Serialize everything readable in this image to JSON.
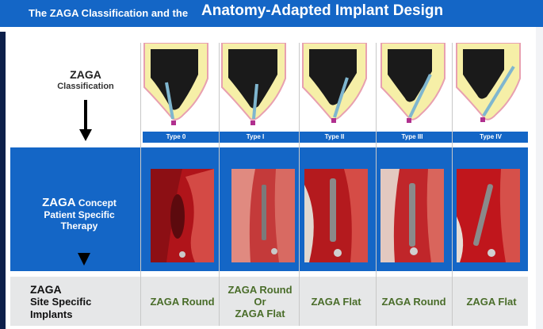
{
  "header": {
    "title_small": "The ZAGA Classification and the",
    "title_large": "Anatomy-Adapted Implant Design"
  },
  "classification": {
    "title": "ZAGA",
    "subtitle": "Classification"
  },
  "types": [
    "Type 0",
    "Type I",
    "Type II",
    "Type III",
    "Type IV"
  ],
  "concept": {
    "title_big": "ZAGA",
    "title_rest": " Concept",
    "line2": "Patient Specific",
    "line3": "Therapy"
  },
  "site_specific": {
    "line1": "ZAGA",
    "line2": "Site Specific",
    "line3": "Implants"
  },
  "implants": [
    {
      "lines": [
        "ZAGA Round"
      ]
    },
    {
      "lines": [
        "ZAGA Round",
        "Or",
        "ZAGA  Flat"
      ]
    },
    {
      "lines": [
        "ZAGA  Flat"
      ]
    },
    {
      "lines": [
        "ZAGA Round"
      ]
    },
    {
      "lines": [
        "ZAGA Flat"
      ]
    }
  ],
  "colors": {
    "header_blue": "#1466c6",
    "implant_text_green": "#4a6d2a",
    "bottom_band_gray": "#e6e7e8"
  }
}
